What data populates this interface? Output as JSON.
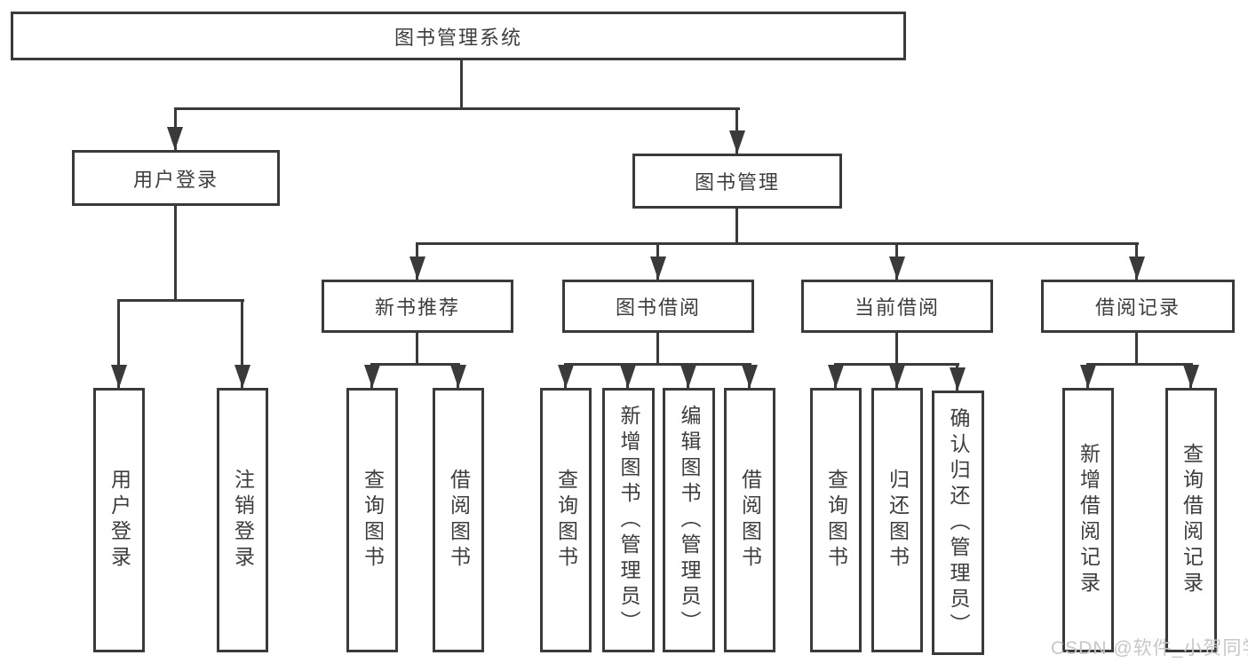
{
  "nodes": {
    "root": "图书管理系统",
    "level2": [
      "用户登录",
      "图书管理"
    ],
    "level3": [
      "新书推荐",
      "图书借阅",
      "当前借阅",
      "借阅记录"
    ],
    "leaves_user_login": [
      "用户登录",
      "注销登录"
    ],
    "leaves_new_book": [
      "查询图书",
      "借阅图书"
    ],
    "leaves_book_borrow": [
      "查询图书",
      "新增图书（管理员）",
      "编辑图书（管理员）",
      "借阅图书"
    ],
    "leaves_current_borrow": [
      "查询图书",
      "归还图书",
      "确认归还（管理员）"
    ],
    "leaves_borrow_records": [
      "新增借阅记录",
      "查询借阅记录"
    ]
  },
  "watermark": "CSDN @软件_小贺同学",
  "colors": {
    "line": "#3a3a3a",
    "text": "#3d3d3d",
    "watermark": "#c9c6c6",
    "background": "#ffffff"
  }
}
